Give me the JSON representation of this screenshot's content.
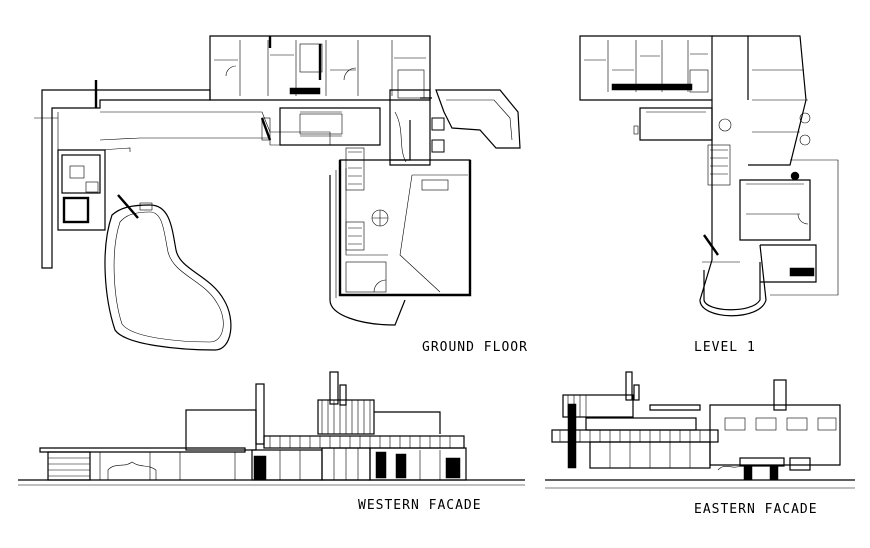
{
  "labels": {
    "ground_floor": "GROUND FLOOR",
    "level_1": "LEVEL 1",
    "western_facade": "WESTERN FACADE",
    "eastern_facade": "EASTERN FACADE"
  },
  "colors": {
    "line": "#000000",
    "background": "#ffffff"
  }
}
